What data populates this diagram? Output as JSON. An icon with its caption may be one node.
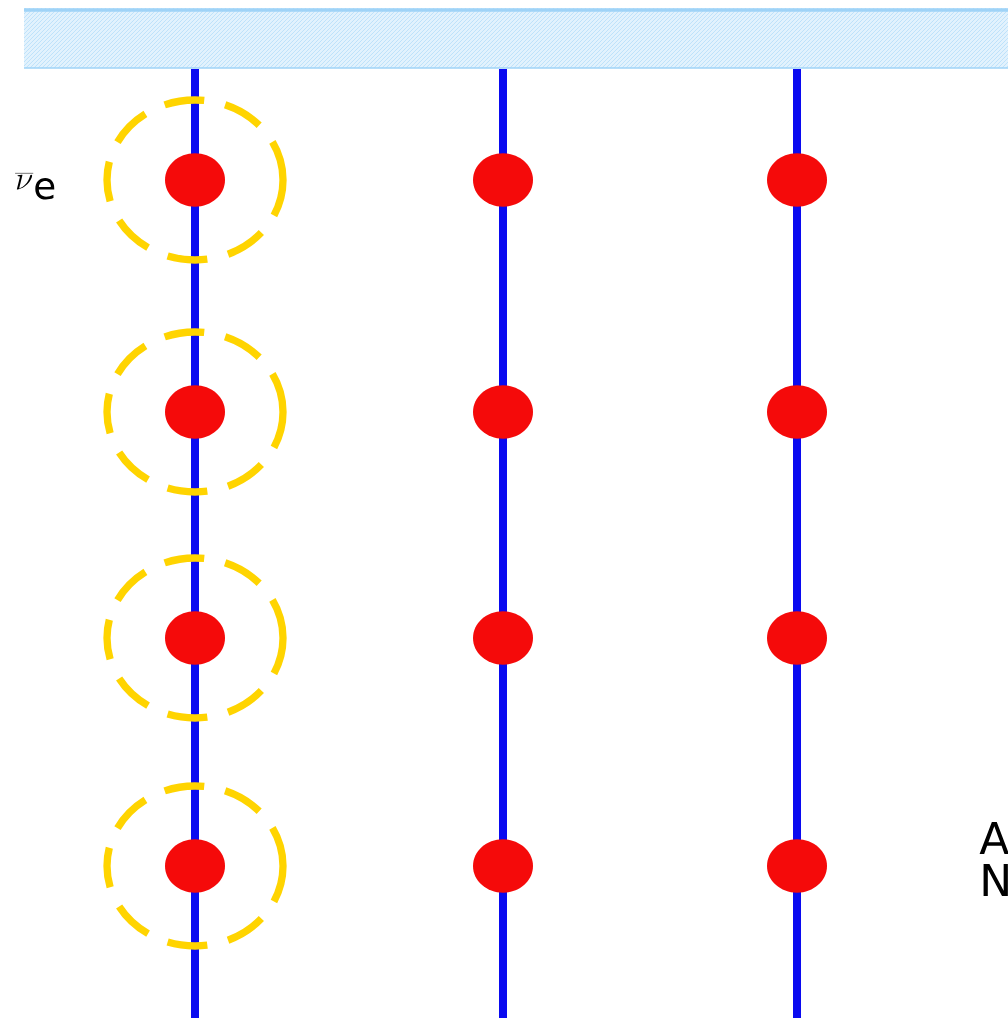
{
  "diagram": {
    "labels": [
      "\\overline{\\nu}_{\\mathrm{e}}",
      "A",
      "N"
    ]
  }
}
